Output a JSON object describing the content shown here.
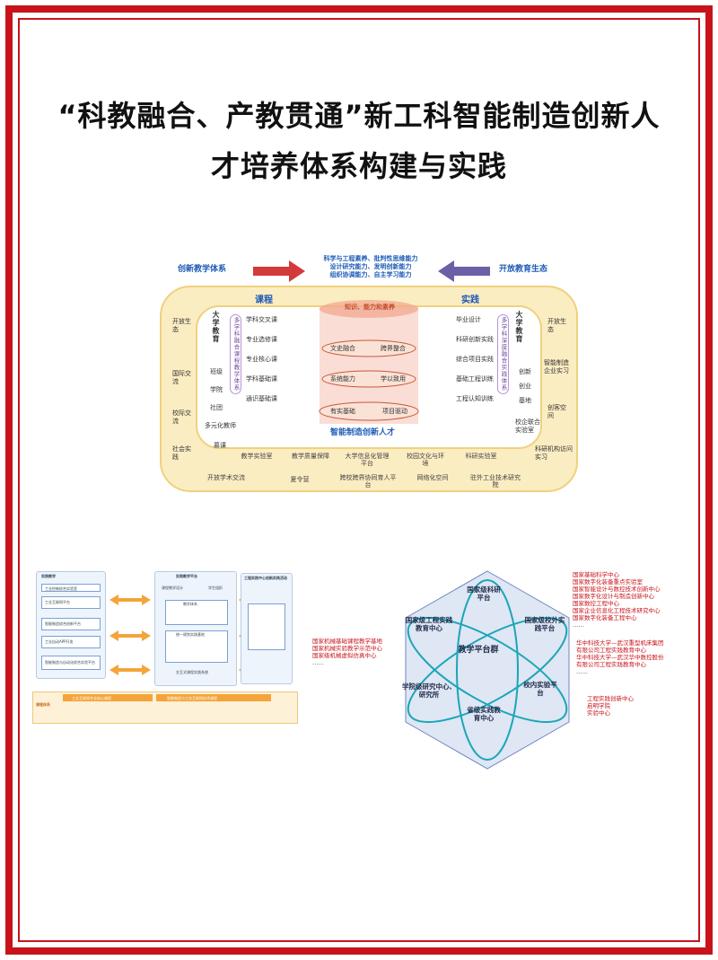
{
  "title": {
    "line1": "“科教融合、产教贯通”新工科智能制造创新人",
    "line2": "才培养体系构建与实践"
  },
  "diagram1": {
    "left_header": "创新教学体系",
    "right_header": "开放教育生态",
    "top_center": [
      "科学与工程素养、批判性思维能力",
      "设计研究能力、发明创新能力",
      "组织协调能力、自主学习能力"
    ],
    "course_title": "课程",
    "practice_title": "实践",
    "university_edu_left": "大学教育",
    "university_edu_right": "大学教育",
    "multi_course": "多学科融合课程教学体系",
    "multi_practice": "多学科深度融合实践体系",
    "courses": [
      "学科交叉课",
      "专业选修课",
      "专业核心课",
      "学科基础课",
      "通识基础课"
    ],
    "practices": [
      "毕业设计",
      "科研创新实践",
      "综合项目实践",
      "基础工程训练",
      "工程认知训练"
    ],
    "center_top": "知识、能力和素养",
    "center_items": [
      "文史融合",
      "跨界整合",
      "系统能力",
      "学以致用",
      "有实基础",
      "项目驱动"
    ],
    "center_bottom": "智能制造创新人才",
    "left_inner": [
      "班级",
      "学院",
      "社团",
      "多元化教师",
      "慕课"
    ],
    "right_inner": [
      "创新",
      "创业",
      "基地",
      "校企联合实验室"
    ],
    "left_outer": [
      "开放生态",
      "国际交流",
      "校际交流",
      "社会实践"
    ],
    "right_outer": [
      "开放生态",
      "智能制造企业实习",
      "创客空间",
      "科研机构访问实习"
    ],
    "bottom_inner": [
      "教学实验室",
      "教学质量保障",
      "大学信息化管理平台",
      "校园文化与环境",
      "科研实验室"
    ],
    "bottom_outer": [
      "开放学术交流",
      "夏令营",
      "跨校跨界协同育人平台",
      "网络化空间",
      "驻外工业技术研究院"
    ]
  },
  "diagram2": {
    "left_title": "实践教学",
    "left_items": [
      "工业控制综合实验室",
      "工业互联网平台",
      "智能制造综合创新平台",
      "工业自动APP开发",
      "智能制造与自动化综合实验平台"
    ],
    "mid_title": "实践教学平台",
    "mid_items": [
      "课程教学设计",
      "学生组织",
      "教学体系",
      "统一规划实践基地",
      "交互式课程实践系统"
    ],
    "right_title": "工程实践中心创新实践活动",
    "bottom_title": "课程体系",
    "bottom_groups": [
      "工业互联网专业核心课程",
      "智能制造与工业互联网技术课程"
    ]
  },
  "diagram3": {
    "center": "教学平台群",
    "nodes": [
      "国家级科研平台",
      "国家级校外实践平台",
      "国家级工程实践教育中心",
      "学院级研究中心、研究所",
      "省级实践教育中心",
      "校内实验平台"
    ],
    "red_top": [
      "国家基础科学中心",
      "国家数字化装备重点实验室",
      "国家智能设计与数控技术创新中心",
      "国家数字化设计与制造创新中心",
      "国家数控工程中心",
      "国家企业信息化工程技术研究中心",
      "国家数字化装备工程中心"
    ],
    "red_left": [
      "国家机械基础课程教学基地",
      "国家机械实验教学示范中心",
      "国家级机械虚拟仿真中心"
    ],
    "red_left_more": "……",
    "red_mid": [
      "华中科技大学—武汉重型机床集团",
      "有限公司工程实践教育中心",
      "华中科技大学—武汉华中数控股份",
      "有限公司工程实践教育中心"
    ],
    "red_mid_more": "……",
    "red_bottom": [
      "工程实践创新中心",
      "启明学院",
      "实验中心"
    ],
    "red_top_more": "……"
  }
}
